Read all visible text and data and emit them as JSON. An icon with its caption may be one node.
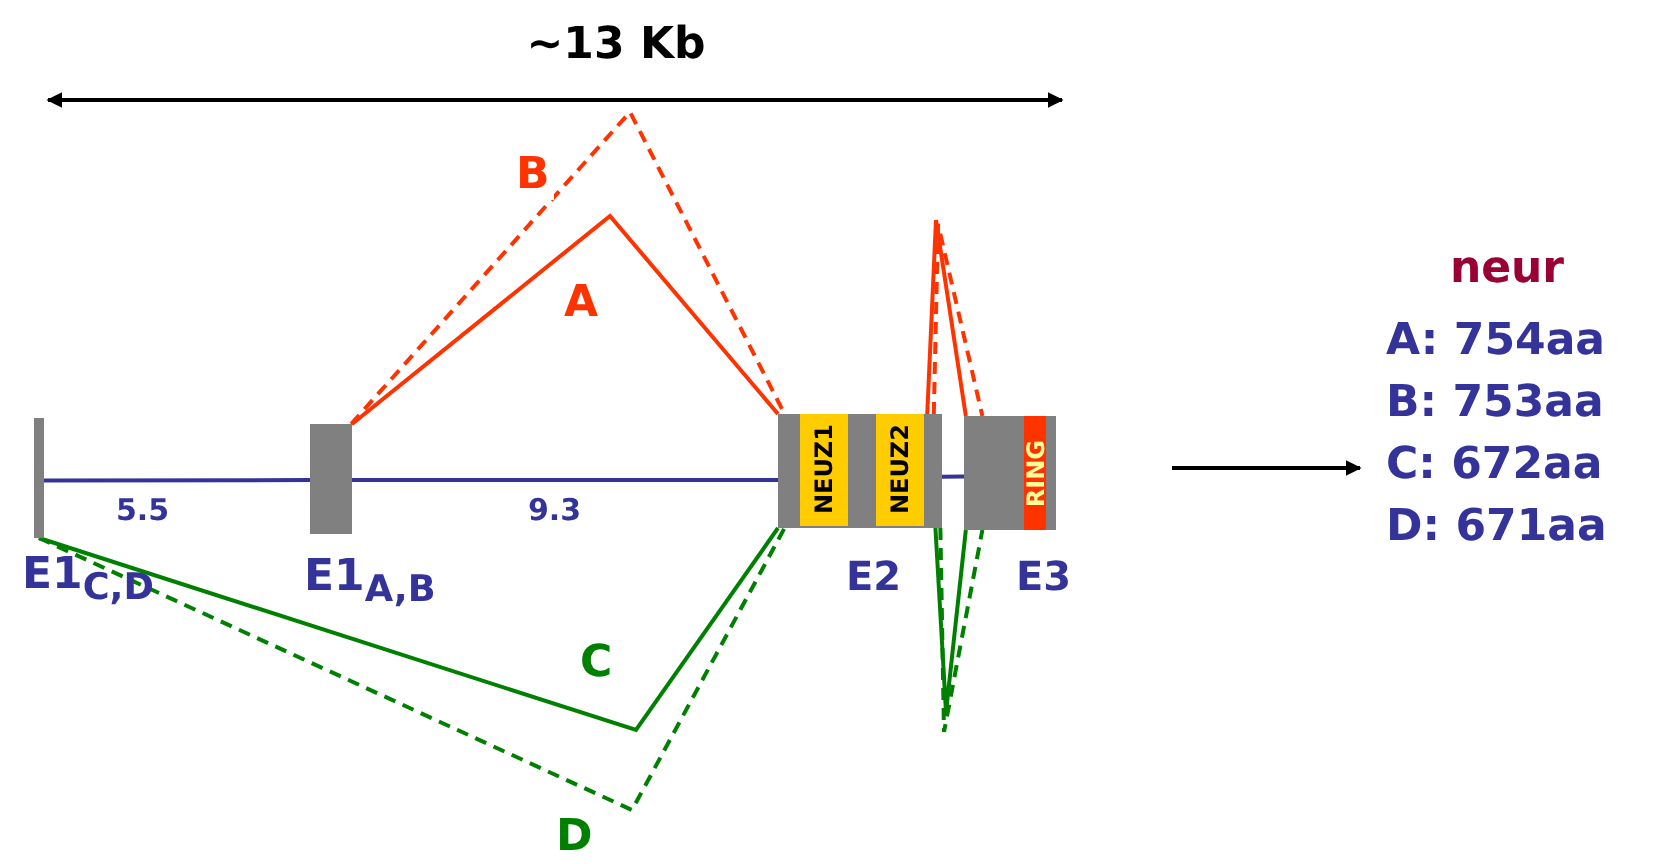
{
  "diagram": {
    "nodes": [
      {
        "text": [
          "E1$_{C,D}$"
        ]
      },
      {
        "text": [
          "E1$_{A,B}$"
        ]
      },
      {
        "text": [
          "E2"
        ]
      },
      {
        "text": [
          "NEUZ1"
        ],
        "in": 2
      },
      {
        "text": [
          "NEUZ2"
        ],
        "in": 2
      },
      {
        "text": [
          "E3"
        ]
      },
      {
        "text": [
          "RING"
        ],
        "in": 5
      },
      {
        "text": [
          "neur",
          "A: 754aa",
          "B: 753aa",
          "C: 672aa",
          "D: 671aa"
        ]
      }
    ],
    "edges": [
      {
        "from": 0,
        "to": 1,
        "arrow": "none",
        "label": "5.5",
        "color": "#333399"
      },
      {
        "from": 1,
        "to": 2,
        "arrow": "none",
        "label": "9.3",
        "color": "#333399"
      },
      {
        "from": 2,
        "to": 5,
        "arrow": "none",
        "color": "#333399"
      },
      {
        "from": 1,
        "to": 2,
        "arrow": "none",
        "label": "A",
        "color": "#ff3300"
      },
      {
        "from": 1,
        "to": 2,
        "arrow": "none",
        "label": "B",
        "style": "dashed",
        "color": "#ff3300"
      },
      {
        "from": 0,
        "to": 2,
        "arrow": "none",
        "label": "C",
        "color": "#008000"
      },
      {
        "from": 0,
        "to": 2,
        "arrow": "none",
        "label": "D",
        "style": "dashed",
        "color": "#008000"
      },
      {
        "from": 2,
        "to": 5,
        "arrow": "none",
        "color": "#ff3300"
      },
      {
        "from": 2,
        "to": 5,
        "arrow": "none",
        "style": "dashed",
        "color": "#ff3300"
      },
      {
        "from": 2,
        "to": 5,
        "arrow": "none",
        "color": "#008000"
      },
      {
        "from": 2,
        "to": 5,
        "arrow": "none",
        "style": "dashed",
        "color": "#008000"
      },
      {
        "from": null,
        "to": 7,
        "arrow": "to",
        "color": "#000000"
      }
    ],
    "labels": [
      "~13 Kb"
    ]
  }
}
